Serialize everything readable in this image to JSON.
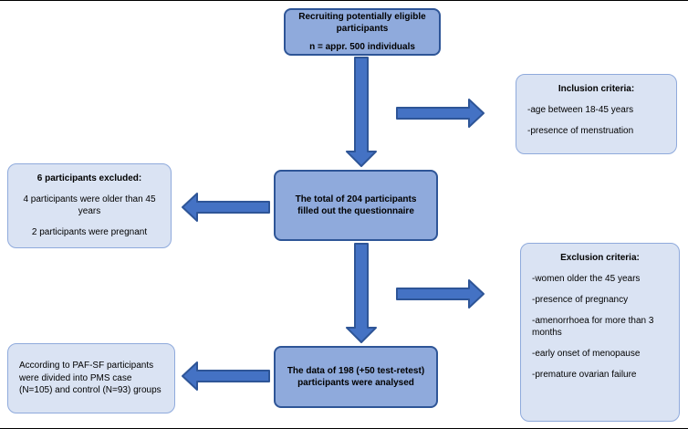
{
  "colors": {
    "dark_box_fill": "#8faadc",
    "dark_box_border": "#2e5597",
    "light_box_fill": "#dae3f3",
    "light_box_border": "#8faadc",
    "arrow_fill": "#4472c4",
    "arrow_border": "#2e5597"
  },
  "flowchart": {
    "recruit": {
      "line1": "Recruiting potentially eligible participants",
      "line2": "n = appr. 500 individuals"
    },
    "inclusion": {
      "title": "Inclusion criteria:",
      "items": [
        "-age between 18-45 years",
        "-presence of menstruation"
      ]
    },
    "total": {
      "text": "The total of 204 participants filled out the questionnaire"
    },
    "excluded": {
      "title": "6 participants excluded:",
      "items": [
        "4 participants were older than 45 years",
        "2 participants were pregnant"
      ]
    },
    "exclusion": {
      "title": "Exclusion criteria:",
      "items": [
        "-women older the 45 years",
        "-presence of pregnancy",
        "-amenorrhoea for more than 3 months",
        "-early onset of menopause",
        "-premature ovarian failure"
      ]
    },
    "analysed": {
      "text": "The data of 198 (+50 test-retest) participants were analysed"
    },
    "groups": {
      "text": "According to PAF-SF participants were divided into PMS case (N=105) and control (N=93) groups"
    }
  }
}
